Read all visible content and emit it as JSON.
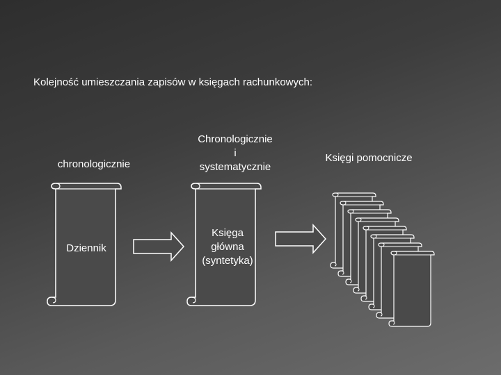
{
  "heading": "Kolejność umieszczania zapisów w księgach rachunkowych:",
  "columns": [
    {
      "label": "chronologicznie",
      "scroll_text": "Dziennik"
    },
    {
      "label_lines": [
        "Chronologicznie",
        "i",
        "systematycznie"
      ],
      "scroll_text_lines": [
        "Księga",
        "główna",
        "(syntetyka)"
      ]
    },
    {
      "label": "Księgi pomocnicze"
    }
  ],
  "colors": {
    "background_dark": "#2e2e2e",
    "background_light": "#6c6c6c",
    "scroll_fill": "#4a4a4a",
    "outline": "#ffffff",
    "text": "#ffffff"
  },
  "icons": [
    "scroll-icon",
    "right-arrow-icon"
  ]
}
